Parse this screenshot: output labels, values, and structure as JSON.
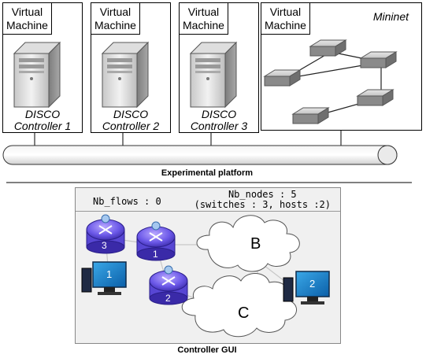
{
  "vms": [
    {
      "label_line1": "Virtual",
      "label_line2": "Machine",
      "ctrl_line1": "DISCO",
      "ctrl_line2": "Controller 1"
    },
    {
      "label_line1": "Virtual",
      "label_line2": "Machine",
      "ctrl_line1": "DISCO",
      "ctrl_line2": "Controller 2"
    },
    {
      "label_line1": "Virtual",
      "label_line2": "Machine",
      "ctrl_line1": "DISCO",
      "ctrl_line2": "Controller 3"
    }
  ],
  "mininet": {
    "label_line1": "Virtual",
    "label_line2": "Machine",
    "title": "Mininet"
  },
  "platform_caption": "Experimental platform",
  "gui": {
    "flows": "Nb_flows : 0",
    "nodes_line1": "Nb_nodes : 5",
    "nodes_line2": "(switches : 3, hosts :2)",
    "cloud_b": "B",
    "cloud_c": "C",
    "routers": [
      "3",
      "1",
      "2"
    ],
    "hosts": [
      "1",
      "2"
    ]
  },
  "gui_caption": "Controller GUI"
}
